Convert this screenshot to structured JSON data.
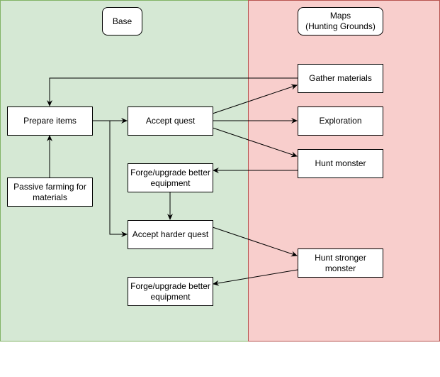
{
  "lanes": {
    "base": {
      "title": "Base",
      "fill": "#d5e8d4",
      "stroke": "#82b366"
    },
    "maps": {
      "title": "Maps\n(Hunting Grounds)",
      "title_line1": "Maps",
      "title_line2": "(Hunting Grounds)",
      "fill": "#f8cecc",
      "stroke": "#b85450"
    }
  },
  "nodes": {
    "prepare_items": "Prepare items",
    "passive_farming": "Passive farming for materials",
    "accept_quest": "Accept quest",
    "forge_1": "Forge/upgrade better equipment",
    "accept_harder_quest": "Accept harder quest",
    "forge_2": "Forge/upgrade better equipment",
    "gather_materials": "Gather materials",
    "exploration": "Exploration",
    "hunt_monster": "Hunt monster",
    "hunt_stronger_monster": "Hunt stronger monster"
  },
  "edges": [
    {
      "from": "gather_materials",
      "to": "prepare_items"
    },
    {
      "from": "passive_farming",
      "to": "prepare_items"
    },
    {
      "from": "prepare_items",
      "to": "accept_quest"
    },
    {
      "from": "prepare_items",
      "to": "accept_harder_quest"
    },
    {
      "from": "accept_quest",
      "to": "gather_materials"
    },
    {
      "from": "accept_quest",
      "to": "exploration"
    },
    {
      "from": "accept_quest",
      "to": "hunt_monster"
    },
    {
      "from": "hunt_monster",
      "to": "forge_1"
    },
    {
      "from": "forge_1",
      "to": "accept_harder_quest"
    },
    {
      "from": "accept_harder_quest",
      "to": "hunt_stronger_monster"
    },
    {
      "from": "hunt_stronger_monster",
      "to": "forge_2"
    }
  ]
}
